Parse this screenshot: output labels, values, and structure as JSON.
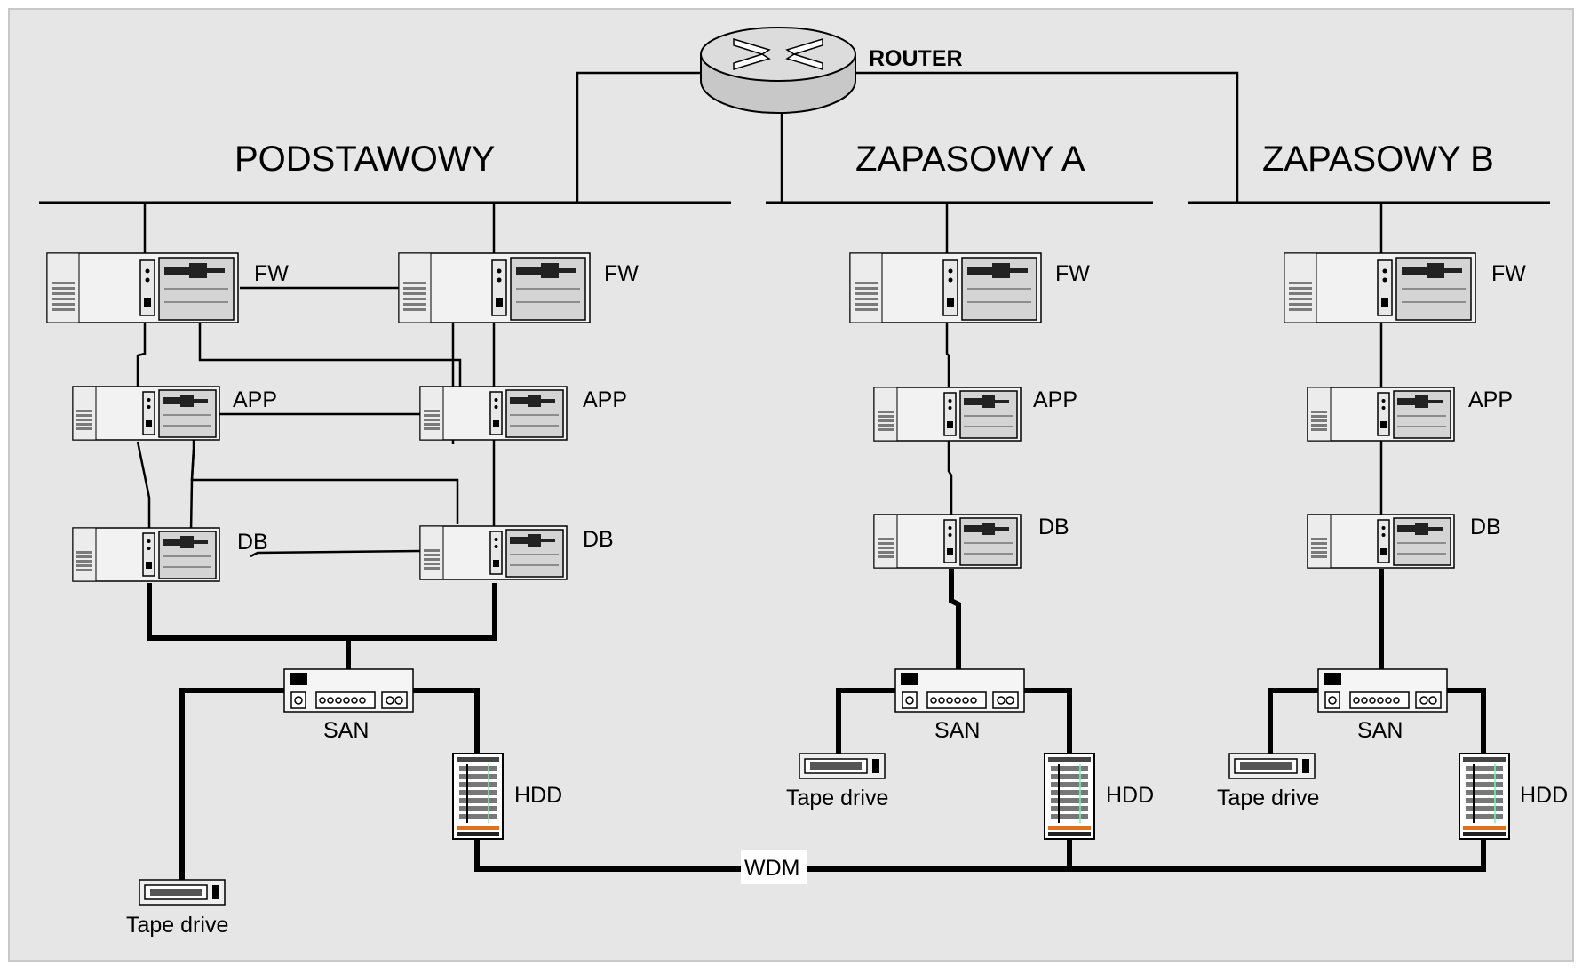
{
  "router": {
    "label": "ROUTER"
  },
  "sites": [
    {
      "title": "PODSTAWOWY",
      "servers": {
        "fw_left": "FW",
        "fw_right": "FW",
        "app_left": "APP",
        "app_right": "APP",
        "db_left": "DB",
        "db_right": "DB"
      },
      "san": "SAN",
      "tape": "Tape drive",
      "hdd": "HDD"
    },
    {
      "title": "ZAPASOWY A",
      "servers": {
        "fw": "FW",
        "app": "APP",
        "db": "DB"
      },
      "san": "SAN",
      "tape": "Tape drive",
      "hdd": "HDD"
    },
    {
      "title": "ZAPASOWY B",
      "servers": {
        "fw": "FW",
        "app": "APP",
        "db": "DB"
      },
      "san": "SAN",
      "tape": "Tape drive",
      "hdd": "HDD"
    }
  ],
  "link": {
    "label": "WDM"
  },
  "colors": {
    "background": "#e6e6e6",
    "frame": "#c8c8c8",
    "device_body": "#f0f0f0",
    "device_panel": "#cfcfcf"
  }
}
